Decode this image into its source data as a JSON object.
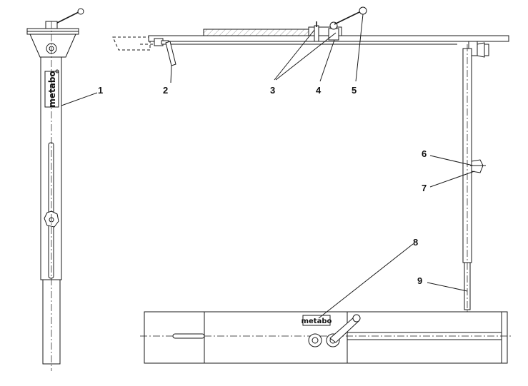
{
  "brand": {
    "text": "metabo"
  },
  "callouts": [
    {
      "id": "1",
      "label": "1"
    },
    {
      "id": "2",
      "label": "2"
    },
    {
      "id": "3",
      "label": "3"
    },
    {
      "id": "4",
      "label": "4"
    },
    {
      "id": "5",
      "label": "5"
    },
    {
      "id": "6",
      "label": "6"
    },
    {
      "id": "7",
      "label": "7"
    },
    {
      "id": "8",
      "label": "8"
    },
    {
      "id": "9",
      "label": "9"
    }
  ]
}
